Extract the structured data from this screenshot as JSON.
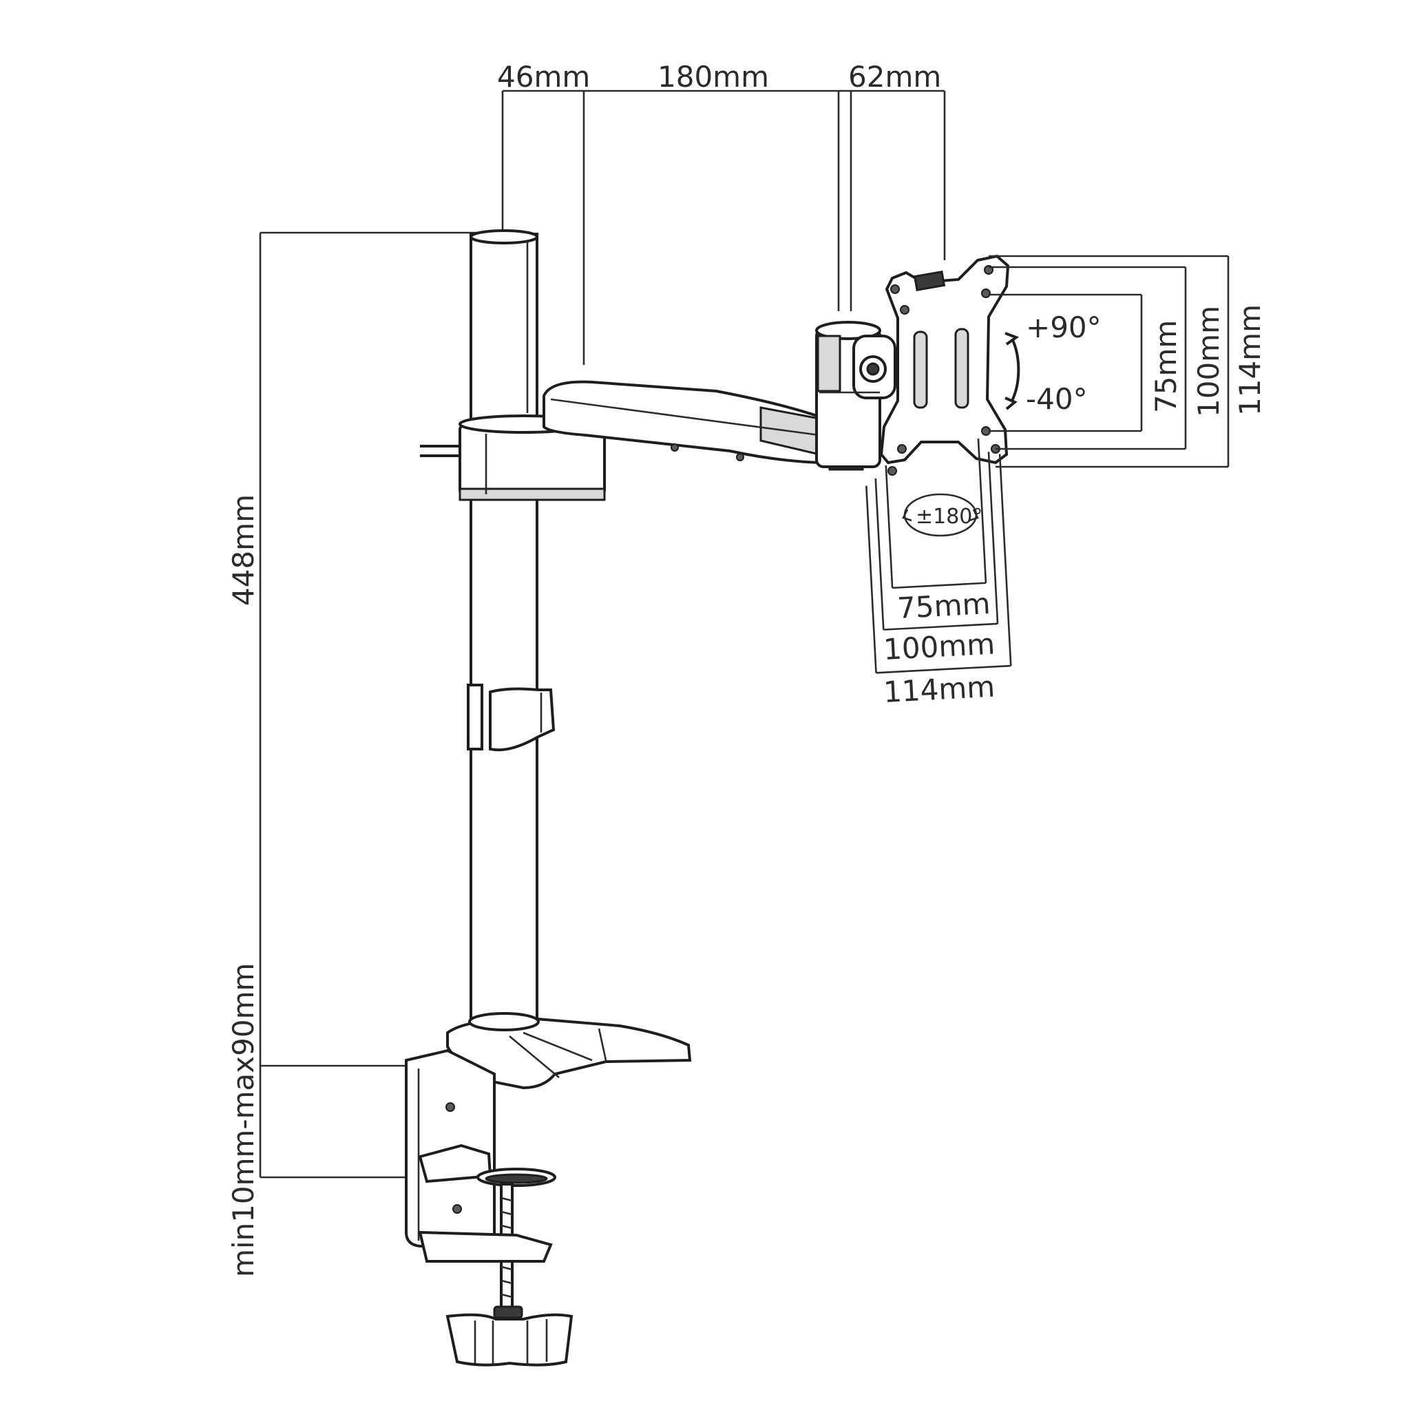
{
  "labels": {
    "arm_offset_left": "46mm",
    "arm_length": "180mm",
    "arm_offset_right": "62mm",
    "pole_height": "448mm",
    "desk_thickness": "min10mm-max90mm",
    "tilt_up": "+90°",
    "tilt_down": "-40°",
    "rotation": "±180°",
    "vesa_v_75": "75mm",
    "vesa_v_100": "100mm",
    "vesa_v_114": "114mm",
    "vesa_h_75": "75mm",
    "vesa_h_100": "100mm",
    "vesa_h_114": "114mm"
  }
}
